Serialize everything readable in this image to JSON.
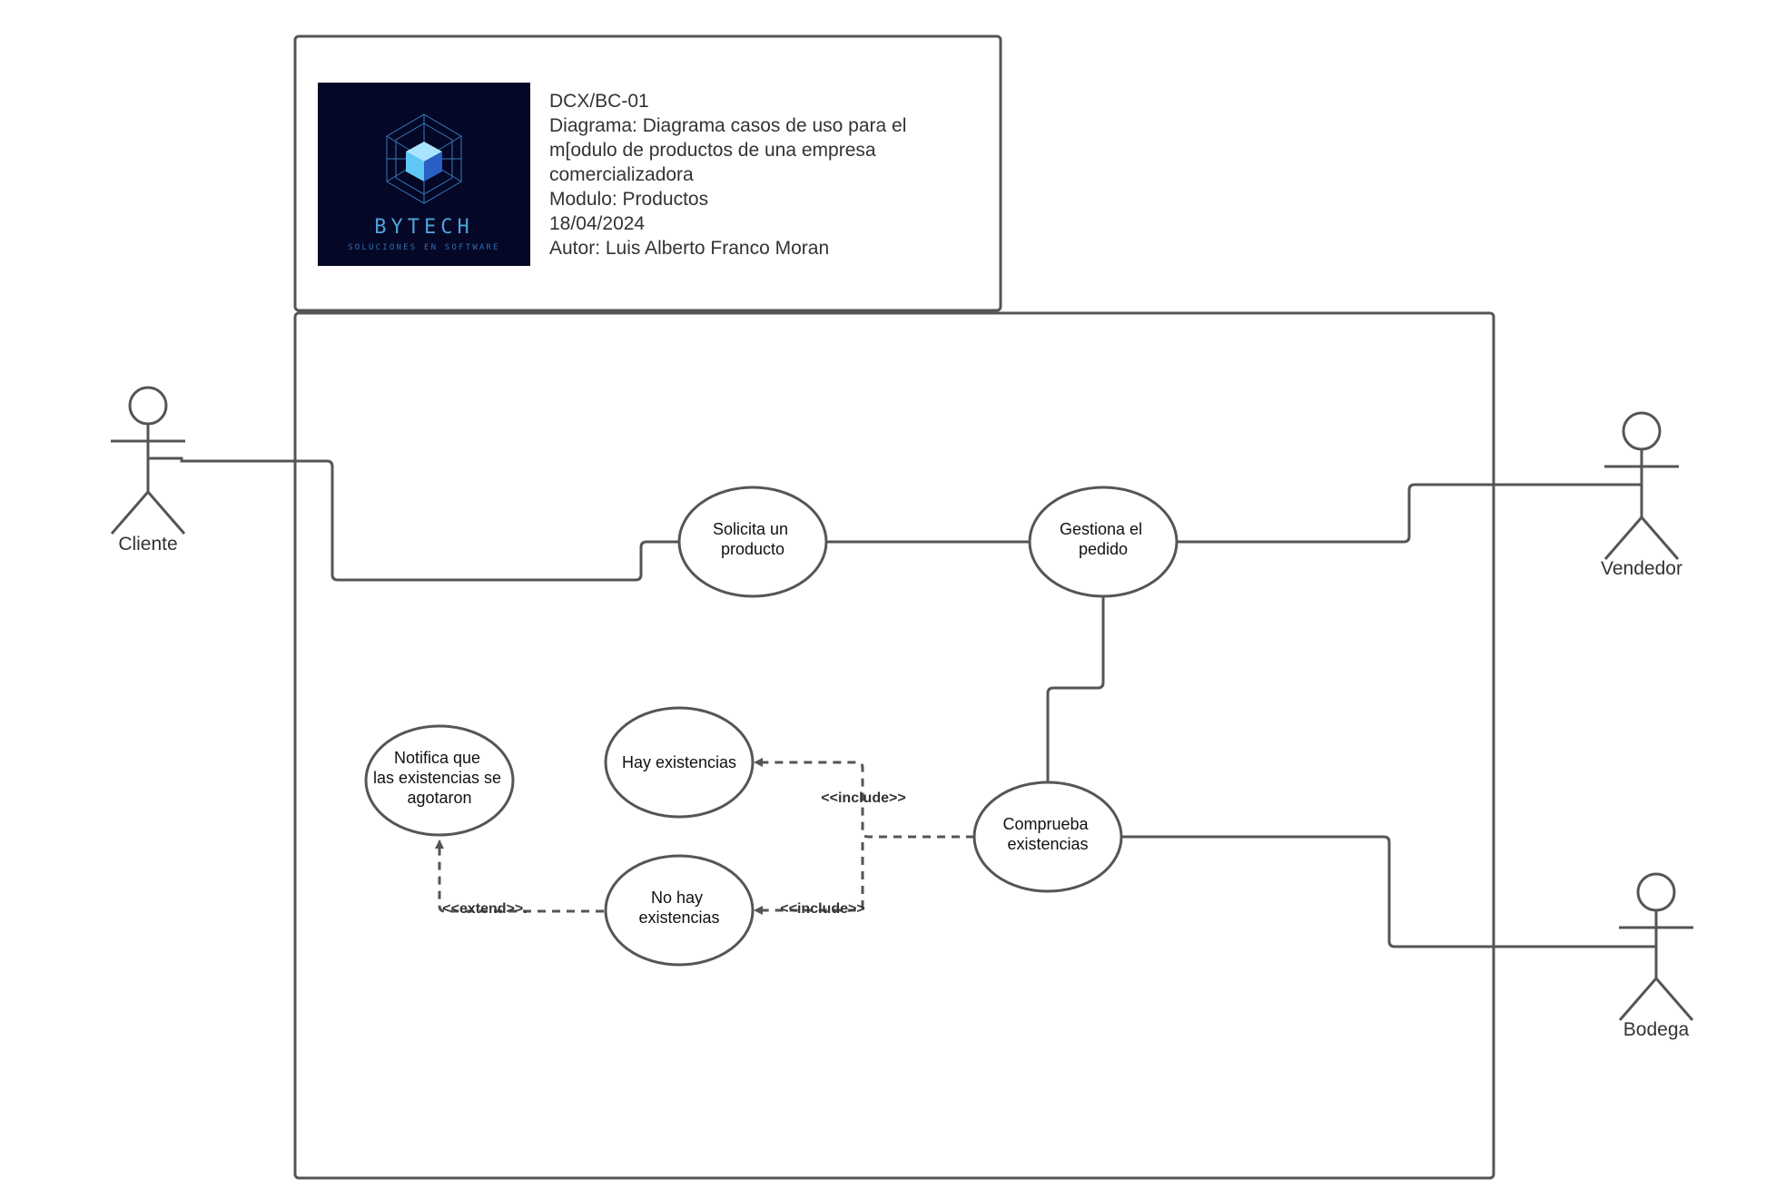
{
  "header": {
    "lines": [
      "DCX/BC-01",
      "Diagrama: Diagrama casos de uso para el",
      "m[odulo de productos de una empresa",
      "comercializadora",
      "Modulo: Productos",
      "18/04/2024",
      "Autor: Luis  Alberto Franco Moran"
    ],
    "logo": {
      "icon": "cube-icon",
      "title": "BYTECH",
      "subtitle": "SOLUCIONES EN SOFTWARE",
      "background": "#050726",
      "accent": "#4fa3d9"
    }
  },
  "actors": {
    "cliente": "Cliente",
    "vendedor": "Vendedor",
    "bodega": "Bodega"
  },
  "use_cases": {
    "solicita": [
      "Solicita un",
      "producto"
    ],
    "gestiona": [
      "Gestiona el",
      "pedido"
    ],
    "comprueba": [
      "Comprueba",
      "existencias"
    ],
    "hay": [
      "Hay existencias"
    ],
    "no_hay": [
      "No hay",
      "existencias"
    ],
    "notifica": [
      "Notifica que",
      "las existencias se",
      "agotaron"
    ]
  },
  "relations": {
    "include_hay": "<<include>>",
    "include_no_hay": "<<include>>",
    "extend_notifica": "<<extend>>."
  },
  "colors": {
    "line": "#555555",
    "text": "#333333"
  }
}
